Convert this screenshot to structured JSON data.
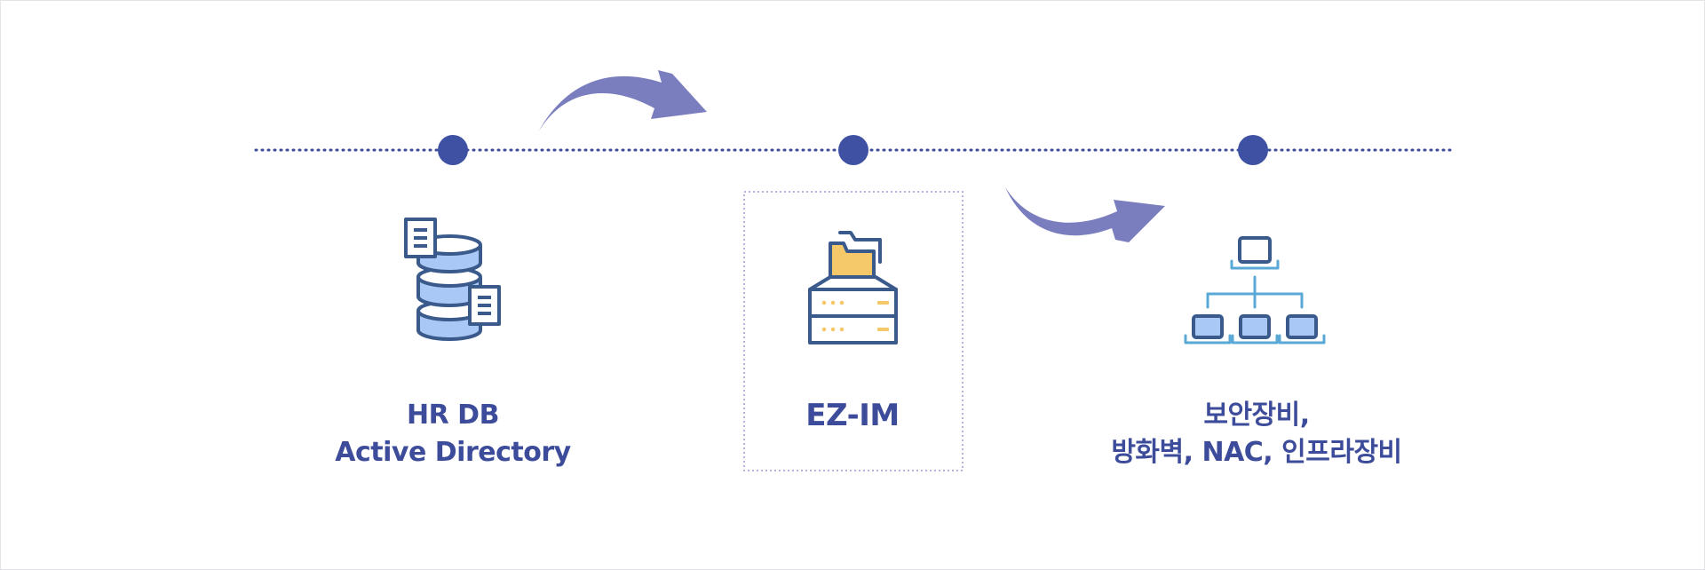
{
  "colors": {
    "timeline": "#3d4c9a",
    "node": "#3f51a3",
    "arrow": "#7a7ebe",
    "label": "#3d4c9a",
    "icon_outline": "#3a5a8c",
    "icon_fill_blue": "#a9c8f5",
    "icon_fill_yellow": "#f5c86a",
    "network_lines": "#5aa8d6",
    "box_border": "#9a9ad6"
  },
  "diagram": {
    "nodes": [
      {
        "id": "source",
        "icon": "database-documents-icon",
        "lines": [
          "HR DB",
          "Active Directory"
        ]
      },
      {
        "id": "center",
        "icon": "file-server-folder-icon",
        "lines": [
          "EZ-IM"
        ]
      },
      {
        "id": "target",
        "icon": "network-hierarchy-icon",
        "lines": [
          "보안장비,",
          "방화벽, NAC, 인프라장비"
        ]
      }
    ],
    "edges": [
      {
        "from": "source",
        "to": "center",
        "style": "curved-arrow"
      },
      {
        "from": "center",
        "to": "target",
        "style": "curved-arrow"
      }
    ]
  }
}
